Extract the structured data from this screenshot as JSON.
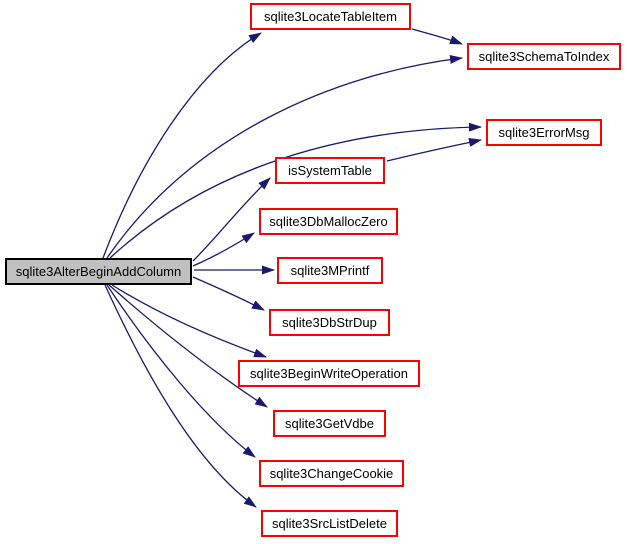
{
  "graph": {
    "kind": "call-graph",
    "root": {
      "label": "sqlite3AlterBeginAddColumn"
    },
    "callees": [
      {
        "label": "sqlite3LocateTableItem"
      },
      {
        "label": "sqlite3SchemaToIndex"
      },
      {
        "label": "sqlite3ErrorMsg"
      },
      {
        "label": "isSystemTable"
      },
      {
        "label": "sqlite3DbMallocZero"
      },
      {
        "label": "sqlite3MPrintf"
      },
      {
        "label": "sqlite3DbStrDup"
      },
      {
        "label": "sqlite3BeginWriteOperation"
      },
      {
        "label": "sqlite3GetVdbe"
      },
      {
        "label": "sqlite3ChangeCookie"
      },
      {
        "label": "sqlite3SrcListDelete"
      }
    ],
    "edges": [
      {
        "from": "sqlite3AlterBeginAddColumn",
        "to": "sqlite3LocateTableItem"
      },
      {
        "from": "sqlite3AlterBeginAddColumn",
        "to": "sqlite3SchemaToIndex"
      },
      {
        "from": "sqlite3AlterBeginAddColumn",
        "to": "sqlite3ErrorMsg"
      },
      {
        "from": "sqlite3AlterBeginAddColumn",
        "to": "isSystemTable"
      },
      {
        "from": "sqlite3AlterBeginAddColumn",
        "to": "sqlite3DbMallocZero"
      },
      {
        "from": "sqlite3AlterBeginAddColumn",
        "to": "sqlite3MPrintf"
      },
      {
        "from": "sqlite3AlterBeginAddColumn",
        "to": "sqlite3DbStrDup"
      },
      {
        "from": "sqlite3AlterBeginAddColumn",
        "to": "sqlite3BeginWriteOperation"
      },
      {
        "from": "sqlite3AlterBeginAddColumn",
        "to": "sqlite3GetVdbe"
      },
      {
        "from": "sqlite3AlterBeginAddColumn",
        "to": "sqlite3ChangeCookie"
      },
      {
        "from": "sqlite3AlterBeginAddColumn",
        "to": "sqlite3SrcListDelete"
      },
      {
        "from": "sqlite3LocateTableItem",
        "to": "sqlite3SchemaToIndex"
      },
      {
        "from": "isSystemTable",
        "to": "sqlite3ErrorMsg"
      }
    ],
    "colors": {
      "edge": "#191970",
      "callee_border": "#ff0000",
      "callee_fill": "#ffffff",
      "root_border": "#000000",
      "root_fill": "#c0c0c0",
      "text": "#000000",
      "background": "#ffffff"
    }
  }
}
